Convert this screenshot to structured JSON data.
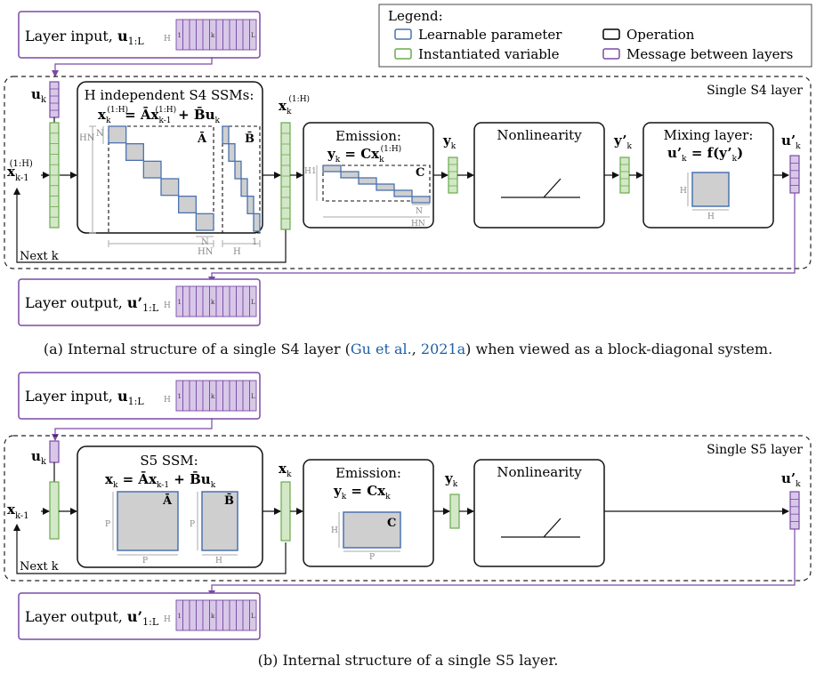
{
  "legend": {
    "title": "Legend:",
    "learnable": "Learnable parameter",
    "instantiated": "Instantiated variable",
    "operation": "Operation",
    "message": "Message between layers",
    "colors": {
      "learnable": "#4a72b0",
      "instantiated": "#6aaa4b",
      "operation": "#000000",
      "message": "#7a4aa6"
    }
  },
  "seq": {
    "H": "H",
    "first": "1",
    "k": "k",
    "last": "L"
  },
  "panel_a": {
    "layer_input": {
      "text": "Layer input, ",
      "var": "u",
      "sub": "1:L"
    },
    "layer_output": {
      "text": "Layer output, ",
      "var": "u’",
      "sub": "1:L"
    },
    "frame_label": "Single S4 layer",
    "uk": {
      "var": "u",
      "sub": "k"
    },
    "xkm1": {
      "var": "x",
      "sub": "k-1",
      "sup": "(1:H)"
    },
    "next_k": "Next k",
    "ssm": {
      "title": "H independent S4 SSMs:",
      "eq_lhs": "x",
      "eq_lhs_sub": "k",
      "eq_lhs_sup": "(1:H)",
      "eq_rhs1": "= Āx",
      "eq_rhs1_sub": "k-1",
      "eq_rhs1_sup": "(1:H)",
      "eq_rhs2": "+ B̄u",
      "eq_rhs2_sub": "k",
      "A_label": "Ā",
      "B_label": "B̄",
      "dim_HN": "HN",
      "dim_N": "N",
      "dim_H": "H",
      "dim_1": "1"
    },
    "xk": {
      "var": "x",
      "sub": "k",
      "sup": "(1:H)"
    },
    "emission": {
      "title": "Emission:",
      "eq": "y",
      "eq_sub": "k",
      "eq_mid": " = Cx",
      "eq_sub2": "k",
      "eq_sup": "(1:H)",
      "C_label": "C",
      "dim_H": "H",
      "dim_1": "1",
      "dim_N": "N",
      "dim_HN": "HN"
    },
    "yk": {
      "var": "y",
      "sub": "k"
    },
    "nonlinearity": "Nonlinearity",
    "ypk": {
      "var": "y’",
      "sub": "k"
    },
    "mixing": {
      "title": "Mixing layer:",
      "eq": "u’",
      "eq_sub": "k",
      "eq_rest": " = f(y’",
      "eq_sub2": "k",
      "eq_end": ")",
      "dim_H1": "H",
      "dim_H2": "H"
    },
    "upk": {
      "var": "u’",
      "sub": "k"
    },
    "caption_pre": "(a) Internal structure of a single S4 layer (",
    "caption_cite1": "Gu et al.",
    "caption_mid": ", ",
    "caption_cite2": "2021a",
    "caption_post": ") when viewed as a block-diagonal system."
  },
  "panel_b": {
    "layer_input": {
      "text": "Layer input, ",
      "var": "u",
      "sub": "1:L"
    },
    "layer_output": {
      "text": "Layer output, ",
      "var": "u’",
      "sub": "1:L"
    },
    "frame_label": "Single S5 layer",
    "uk": {
      "var": "u",
      "sub": "k"
    },
    "xkm1": {
      "var": "x",
      "sub": "k-1"
    },
    "next_k": "Next k",
    "ssm": {
      "title": "S5 SSM:",
      "eq_lhs": "x",
      "eq_lhs_sub": "k",
      "eq_rhs1": " = Āx",
      "eq_rhs1_sub": "k-1",
      "eq_rhs2": " + B̄u",
      "eq_rhs2_sub": "k",
      "A_label": "Ā",
      "B_label": "B̄",
      "dim_P": "P",
      "dim_H": "H"
    },
    "xk": {
      "var": "x",
      "sub": "k"
    },
    "emission": {
      "title": "Emission:",
      "eq": "y",
      "eq_sub": "k",
      "eq_mid": " = Cx",
      "eq_sub2": "k",
      "C_label": "C",
      "dim_H": "H",
      "dim_P": "P"
    },
    "yk": {
      "var": "y",
      "sub": "k"
    },
    "nonlinearity": "Nonlinearity",
    "upk": {
      "var": "u’",
      "sub": "k"
    },
    "caption": "(b) Internal structure of a single S5 layer."
  }
}
